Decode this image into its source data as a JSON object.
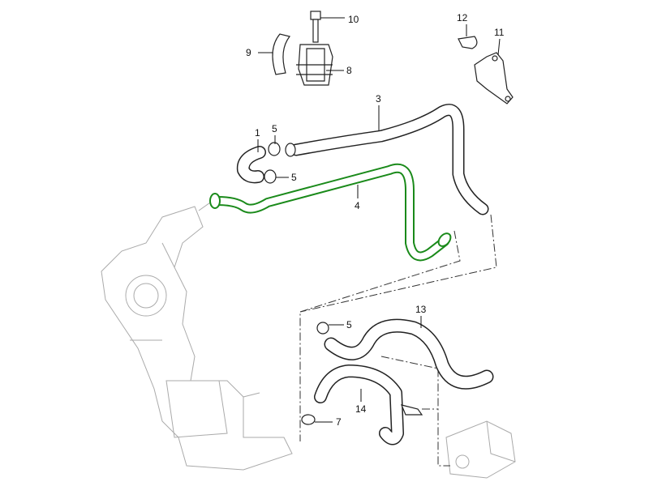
{
  "diagram": {
    "highlight_color": "#1a8a1a",
    "callouts": [
      {
        "id": "10",
        "text": "10"
      },
      {
        "id": "12",
        "text": "12"
      },
      {
        "id": "9",
        "text": "9"
      },
      {
        "id": "11",
        "text": "11"
      },
      {
        "id": "8",
        "text": "8"
      },
      {
        "id": "3",
        "text": "3"
      },
      {
        "id": "1",
        "text": "1"
      },
      {
        "id": "5a",
        "text": "5"
      },
      {
        "id": "5b",
        "text": "5"
      },
      {
        "id": "4",
        "text": "4"
      },
      {
        "id": "13",
        "text": "13"
      },
      {
        "id": "5c",
        "text": "5"
      },
      {
        "id": "14",
        "text": "14"
      },
      {
        "id": "7",
        "text": "7"
      }
    ]
  }
}
